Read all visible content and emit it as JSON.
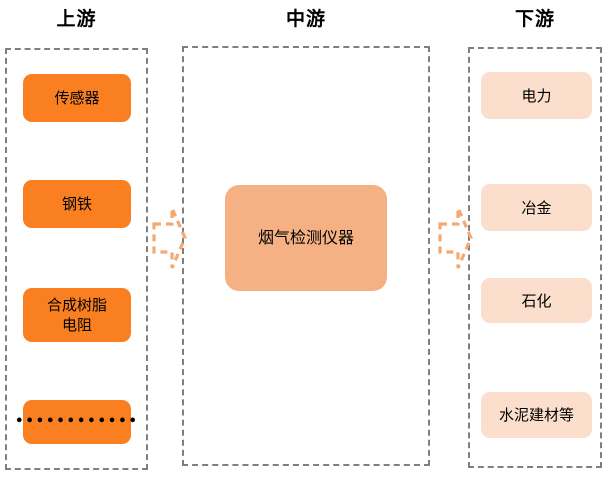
{
  "diagram": {
    "type": "value-chain",
    "columns": [
      {
        "key": "upstream",
        "title": "上游",
        "style": "solid-orange",
        "color": "#F97F20",
        "nodes": [
          {
            "label": "传感器"
          },
          {
            "label": "钢铁"
          },
          {
            "label": "合成树脂\n电阻"
          },
          {
            "label": "••••••••••••",
            "is_ellipsis": true
          }
        ]
      },
      {
        "key": "midstream",
        "title": "中游",
        "style": "light-orange",
        "color": "#F5B183",
        "nodes": [
          {
            "label": "烟气检测仪器"
          }
        ]
      },
      {
        "key": "downstream",
        "title": "下游",
        "style": "pale-peach",
        "color": "#FBDFCC",
        "nodes": [
          {
            "label": "电力"
          },
          {
            "label": "冶金"
          },
          {
            "label": "石化"
          },
          {
            "label": "水泥建材等"
          }
        ]
      }
    ],
    "arrows": [
      {
        "key": "upstream-to-midstream",
        "direction": "right",
        "color": "#F5A870",
        "dashed": true
      },
      {
        "key": "midstream-to-downstream",
        "direction": "right",
        "color": "#F5A870",
        "dashed": true
      }
    ],
    "container_border_color": "#7F7F7F",
    "background": "#FFFFFF"
  }
}
